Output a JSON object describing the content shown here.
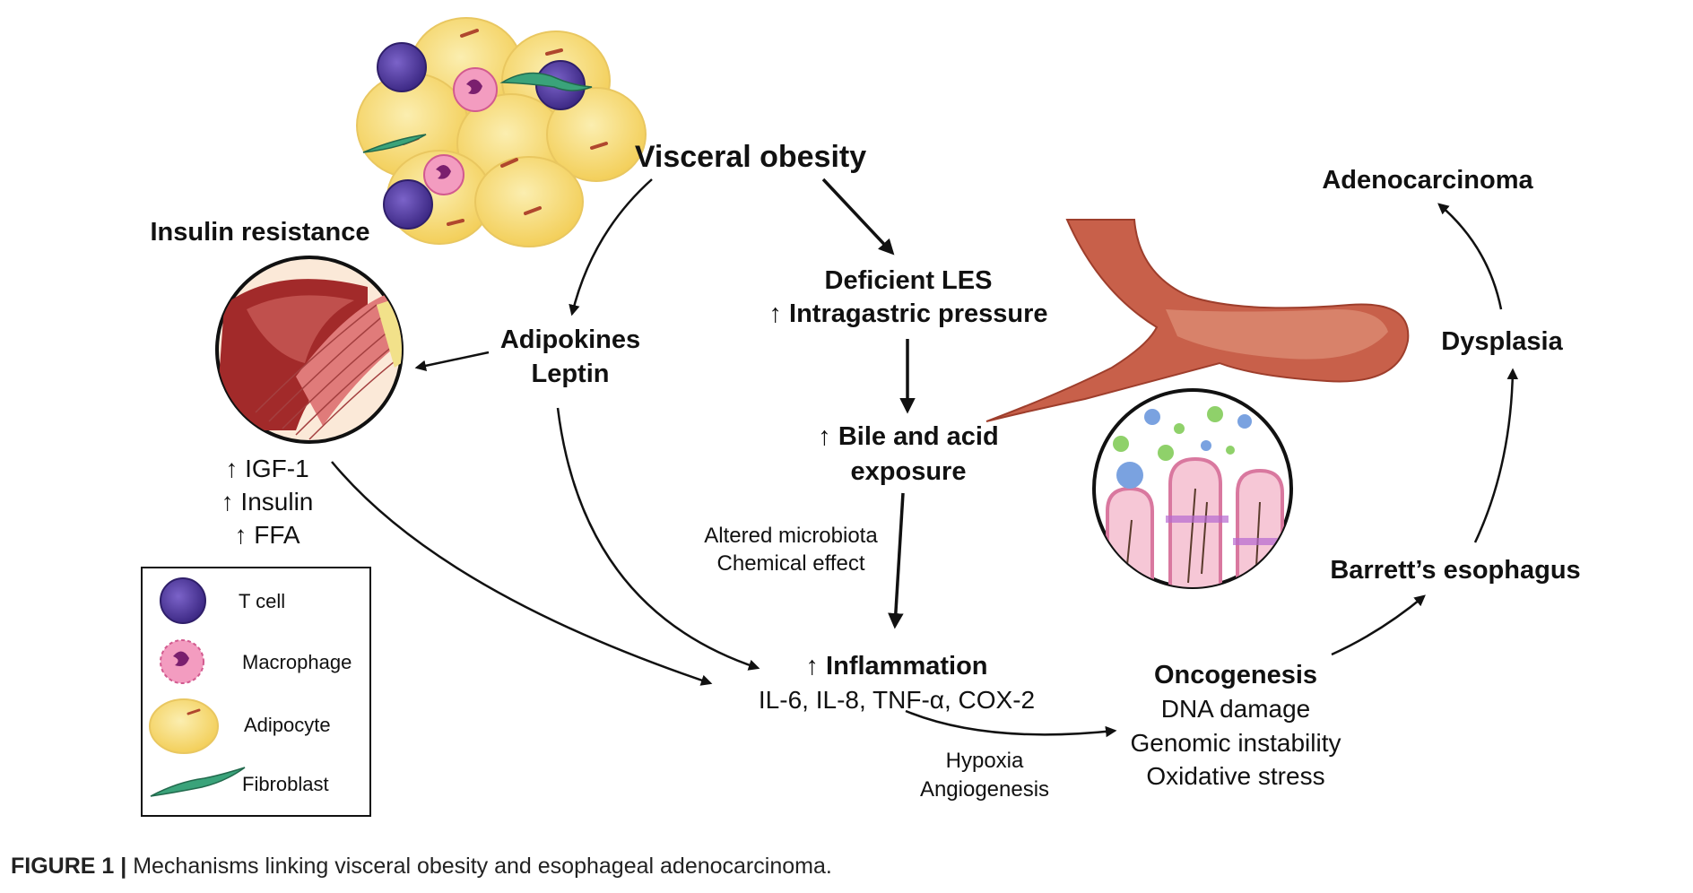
{
  "nodes": {
    "visceral_obesity": "Visceral obesity",
    "insulin_resistance": "Insulin resistance",
    "adipokines": "Adipokines",
    "leptin": "Leptin",
    "deficient_les": "Deficient LES",
    "intragastric": "↑ Intragastric pressure",
    "bile_1": "↑ Bile and acid",
    "bile_2": "exposure",
    "altered_microbiota": "Altered microbiota",
    "chemical_effect": "Chemical effect",
    "igf1": "↑ IGF-1",
    "insulin": "↑ Insulin",
    "ffa": "↑ FFA",
    "inflammation": "↑ Inflammation",
    "cytokines": "IL-6, IL-8, TNF-α, COX-2",
    "hypoxia": "Hypoxia",
    "angiogenesis": "Angiogenesis",
    "oncogenesis": "Oncogenesis",
    "dna_damage": "DNA damage",
    "genomic_instability": "Genomic instability",
    "oxidative_stress": "Oxidative stress",
    "barretts": "Barrett’s esophagus",
    "dysplasia": "Dysplasia",
    "adenocarcinoma": "Adenocarcinoma"
  },
  "legend": {
    "t_cell": "T cell",
    "macrophage": "Macrophage",
    "adipocyte": "Adipocyte",
    "fibroblast": "Fibroblast"
  },
  "caption": {
    "label": "FIGURE 1 |",
    "text": " Mechanisms linking visceral obesity and esophageal adenocarcinoma."
  },
  "colors": {
    "t_cell": "#5b3fa8",
    "macrophage": "#e87aa8",
    "adipocyte": "#f7dc7a",
    "fibroblast": "#3aa37a",
    "muscle": "#c0504d",
    "stomach": "#c8604a"
  }
}
